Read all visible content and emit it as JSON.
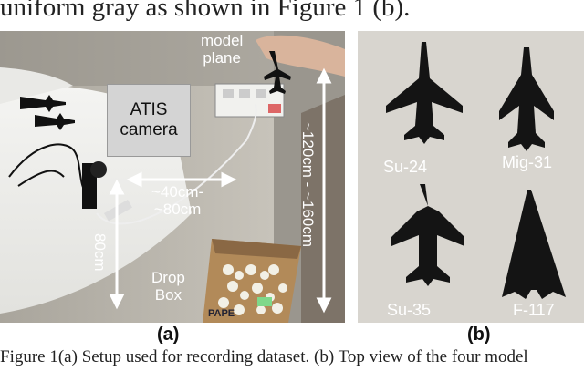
{
  "top_text": "uniform gray as shown in Figure 1 (b).",
  "panel_a": {
    "model_plane": [
      "model",
      "plane"
    ],
    "atis_camera": [
      "ATIS",
      "camera"
    ],
    "dist_horizontal": [
      "~40cm-",
      "~80cm"
    ],
    "dist_vertical_left": "80cm",
    "dist_vertical_right": "~120cm - ~160cm",
    "drop_box": [
      "Drop",
      "Box"
    ],
    "box_print": "PAPE",
    "sublabel": "(a)"
  },
  "panel_b": {
    "planes": [
      "Su-24",
      "Mig-31",
      "Su-35",
      "F-117"
    ],
    "sublabel": "(b)"
  },
  "caption": "Figure 1(a) Setup used for recording dataset. (b) Top view of the four model"
}
